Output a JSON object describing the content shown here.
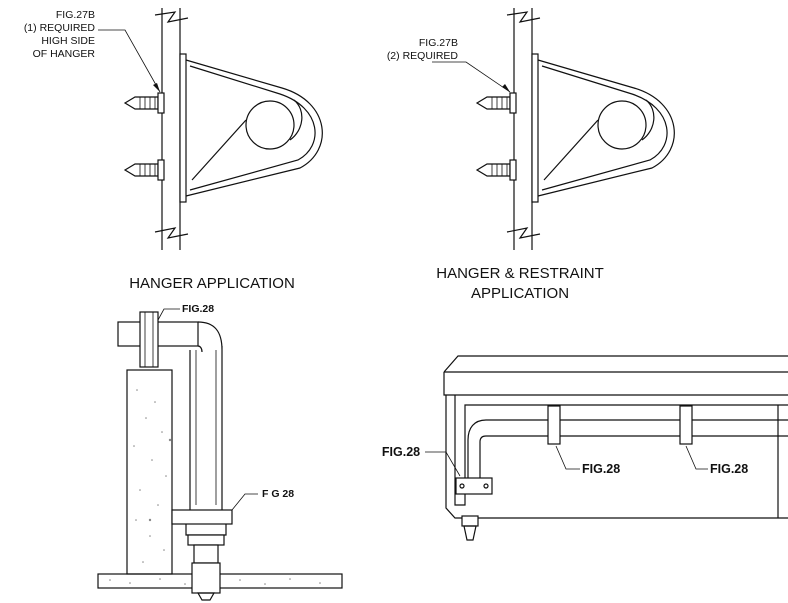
{
  "top_left": {
    "callout": [
      "FIG.27B",
      "(1) REQUIRED",
      "HIGH SIDE",
      "OF HANGER"
    ],
    "caption": "HANGER APPLICATION"
  },
  "top_right": {
    "callout": [
      "FIG.27B",
      "(2) REQUIRED"
    ],
    "caption": [
      "HANGER & RESTRAINT",
      "APPLICATION"
    ]
  },
  "bottom_left": {
    "callout_top": "FIG.28",
    "callout_mid": "F G 28"
  },
  "bottom_right": {
    "callout_left": "FIG.28",
    "callout_mid": "FIG.28",
    "callout_right": "FIG.28"
  }
}
